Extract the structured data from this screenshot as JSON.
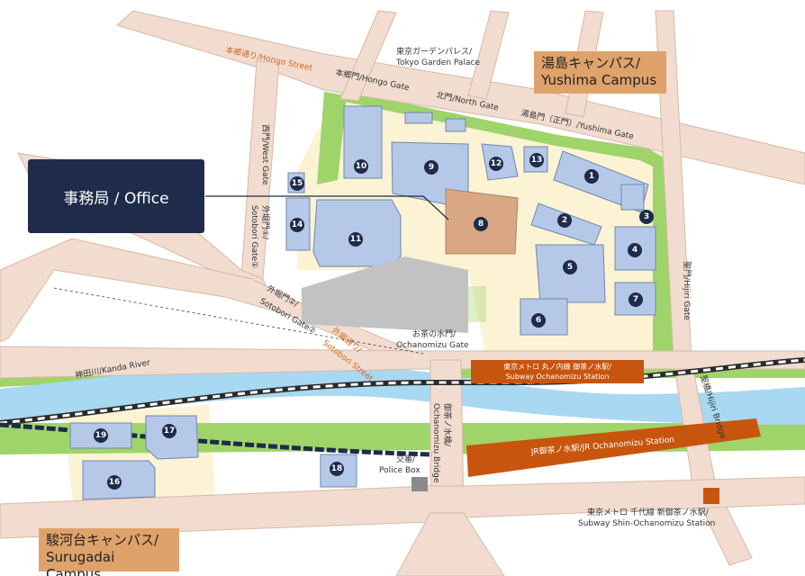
{
  "office_label": "事務局 / Office",
  "campuses": {
    "yushima": {
      "line1": "湯島キャンパス/",
      "line2": "Yushima Campus"
    },
    "surugadai": {
      "line1": "駿河台キャンパス/",
      "line2": "Surugadai Campus"
    }
  },
  "streets": {
    "hongo_street": "本郷通り/Hongo Street",
    "tokyo_garden_palace": [
      "東京ガーデンパレス/",
      "Tokyo Garden Palace"
    ],
    "hongo_gate": "本郷門/Hongo Gate",
    "north_gate": "北門/North Gate",
    "yushima_gate": "湯島門（正門）/Yushima Gate",
    "west_gate": [
      "西門/West Gate"
    ],
    "sotobori_gate1": [
      "外堀門①/",
      "Sotobori Gate①"
    ],
    "sotobori_gate2": [
      "外堀門②/",
      "Sotobori Gate②"
    ],
    "sotobori_street": [
      "外堀通り/",
      "Sotobori Street"
    ],
    "ochanomizu_gate": [
      "お茶の水門/",
      "Ochanomizu Gate"
    ],
    "hijiri_gate": "聖門/Hijiri Gate",
    "kanda_river": "神田川/Kanda River",
    "ochanomizu_bridge": [
      "御茶ノ水橋/",
      "Ochanomizu Bridge"
    ],
    "hijiri_bridge": "聖橋/Hijiri Bridge",
    "police_box": [
      "交番/",
      "Police Box"
    ]
  },
  "stations": {
    "subway_ochanomizu": [
      "東京メトロ 丸ノ内線 御茶ノ水駅/",
      "Subway Ochanomizu Station"
    ],
    "jr_ochanomizu": "JR御茶ノ水駅/JR Ochanomizu Station",
    "shin_ochanomizu": [
      "東京メトロ 千代線 新御茶ノ水駅/",
      "Subway Shin-Ochanomizu Station"
    ]
  },
  "buildings": [
    "1",
    "2",
    "3",
    "4",
    "5",
    "6",
    "7",
    "8",
    "9",
    "10",
    "11",
    "12",
    "13",
    "14",
    "15",
    "16",
    "17",
    "18",
    "19"
  ],
  "colors": {
    "road": "#f1dccf",
    "road_outline": "#d8b9a6",
    "campus_ground": "#fbf3d3",
    "green": "#9fd46a",
    "river": "#a8d8f2",
    "building": "#b5c8e8",
    "building_outline": "#6f87ad",
    "office_building": "#d9a784",
    "marker": "#1e2b4a",
    "rail_orange": "#c8550d",
    "label_orange": "#d2651f",
    "campus_label_bg": "#dfa26a",
    "office_label_bg": "#1e2b4a"
  }
}
